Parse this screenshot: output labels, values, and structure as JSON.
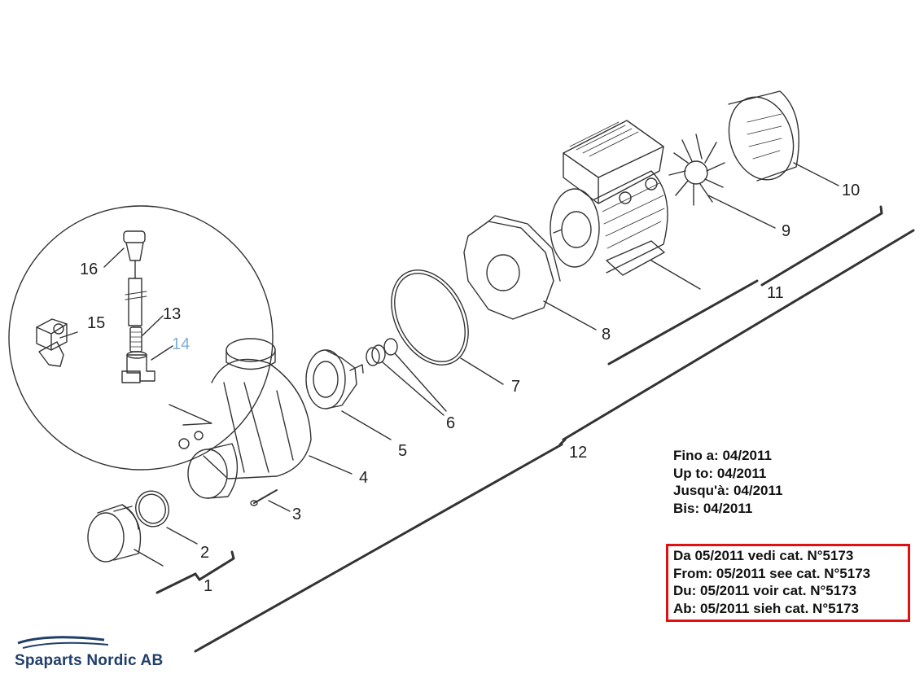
{
  "part_numbers": {
    "p1": "1",
    "p2": "2",
    "p3": "3",
    "p4": "4",
    "p5": "5",
    "p6": "6",
    "p7": "7",
    "p8": "8",
    "p9": "9",
    "p10": "10",
    "p11": "11",
    "p12": "12",
    "p13": "13",
    "p14": "14",
    "p15": "15",
    "p16": "16"
  },
  "colors": {
    "highlight_part": "#7fb0d8",
    "note_border": "#e11111",
    "logo": "#1f3f6a"
  },
  "notes": {
    "until": [
      "Fino a: 04/2011",
      "Up to: 04/2011",
      "Jusqu'à: 04/2011",
      "Bis: 04/2011"
    ],
    "from": [
      "Da 05/2011 vedi cat. N°5173",
      "From: 05/2011 see cat. N°5173",
      "Du: 05/2011 voir cat. N°5173",
      "Ab: 05/2011 sieh cat. N°5173"
    ]
  },
  "logo": {
    "text": "Spaparts Nordic AB"
  }
}
